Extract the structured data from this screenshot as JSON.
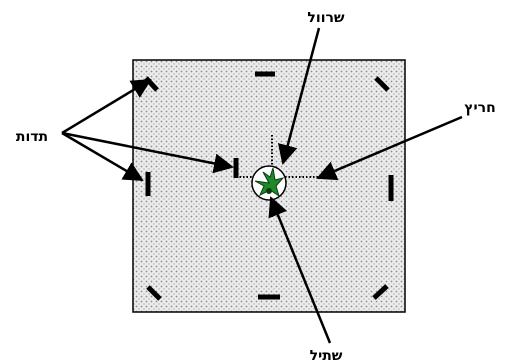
{
  "labels": {
    "tadot": "תדות",
    "sharvul": "שרוול",
    "hariz": "חריץ",
    "shatil": "שתיל"
  },
  "icons": {
    "seedling": "seedling-icon"
  },
  "colors": {
    "board_fill": "#e9e9e9",
    "board_dots": "#9a9a9a",
    "outline": "#000000",
    "seedling": "#1f8a2a",
    "sleeve_fill": "#ffffff"
  }
}
